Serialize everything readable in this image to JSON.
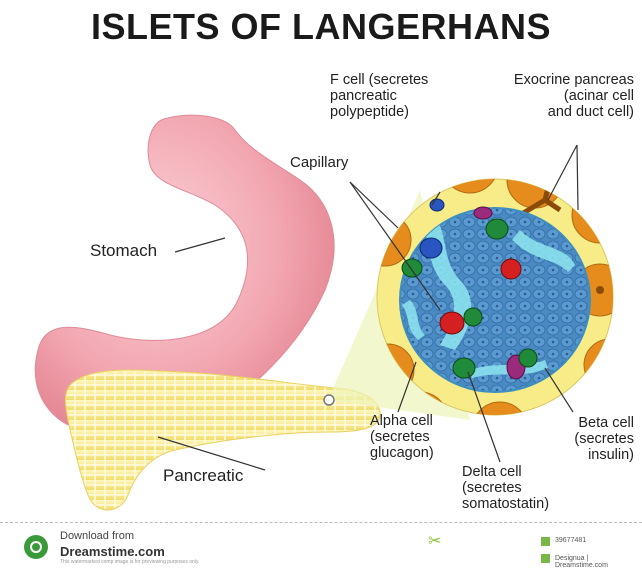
{
  "title": "ISLETS OF LANGERHANS",
  "labels": {
    "stomach": "Stomach",
    "pancreatic": "Pancreatic",
    "capillary": "Capillary",
    "f_cell": [
      "F cell (secretes",
      "pancreatic",
      "polypeptide)"
    ],
    "exocrine": [
      "Exocrine pancreas",
      "(acinar cell",
      "and duct cell)"
    ],
    "alpha": [
      "Alpha cell",
      "(secretes",
      "glucagon)"
    ],
    "delta": [
      "Delta cell",
      "(secretes",
      "somatostatin)"
    ],
    "beta": [
      "Beta cell",
      "(secretes",
      "insulin)"
    ]
  },
  "footer": {
    "download": "Download from",
    "site": "Dreamstime.com",
    "note": "This watermarked comp image is for previewing purposes only.",
    "image_id": "39677481",
    "author": "Designua | Dreamstime.com"
  },
  "colors": {
    "stomach": "#f2a6b0",
    "pancreas": "#f7ec9a",
    "islet_bg": "#58b4e0",
    "cell": "#4e8fc8",
    "acinar": "#e08a1a",
    "halo": "#f7ec88",
    "alpha_cell": "#1f8a3a",
    "beta_cell": "#d42020",
    "delta_cell": "#2a6ad0",
    "f_cell": "#9a2a7a"
  }
}
